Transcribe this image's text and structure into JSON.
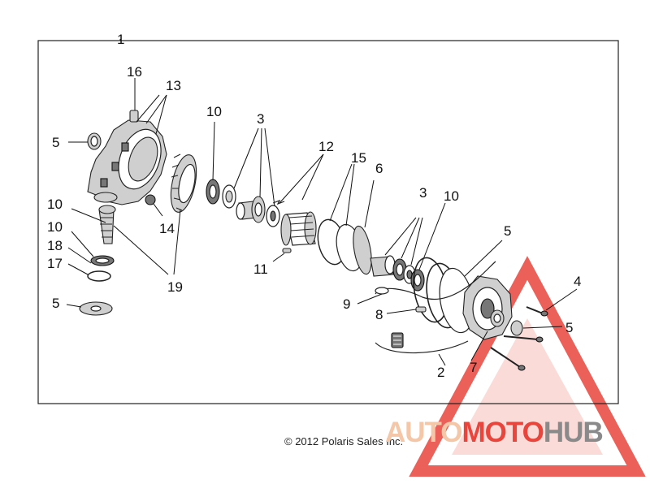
{
  "callouts": {
    "c1": "1",
    "c16": "16",
    "c13": "13",
    "c10a": "10",
    "c3a": "3",
    "c12": "12",
    "c15": "15",
    "c6": "6",
    "c3b": "3",
    "c10b": "10",
    "c5a": "5",
    "c14": "14",
    "c10c": "10",
    "c10d": "10",
    "c18": "18",
    "c17": "17",
    "c19": "19",
    "c5b": "5",
    "c11": "11",
    "c9": "9",
    "c8": "8",
    "c5c": "5",
    "c4": "4",
    "c5d": "5",
    "c2": "2",
    "c7": "7"
  },
  "footer": {
    "copyright": "© 2012 Polaris Sales Inc."
  },
  "watermark": {
    "part1": "AUTO",
    "part2": "MOTO",
    "part3": "HUB",
    "color_light": "#f3c7a8",
    "color_red": "#e8453c",
    "color_gray": "#8a8a8a"
  }
}
